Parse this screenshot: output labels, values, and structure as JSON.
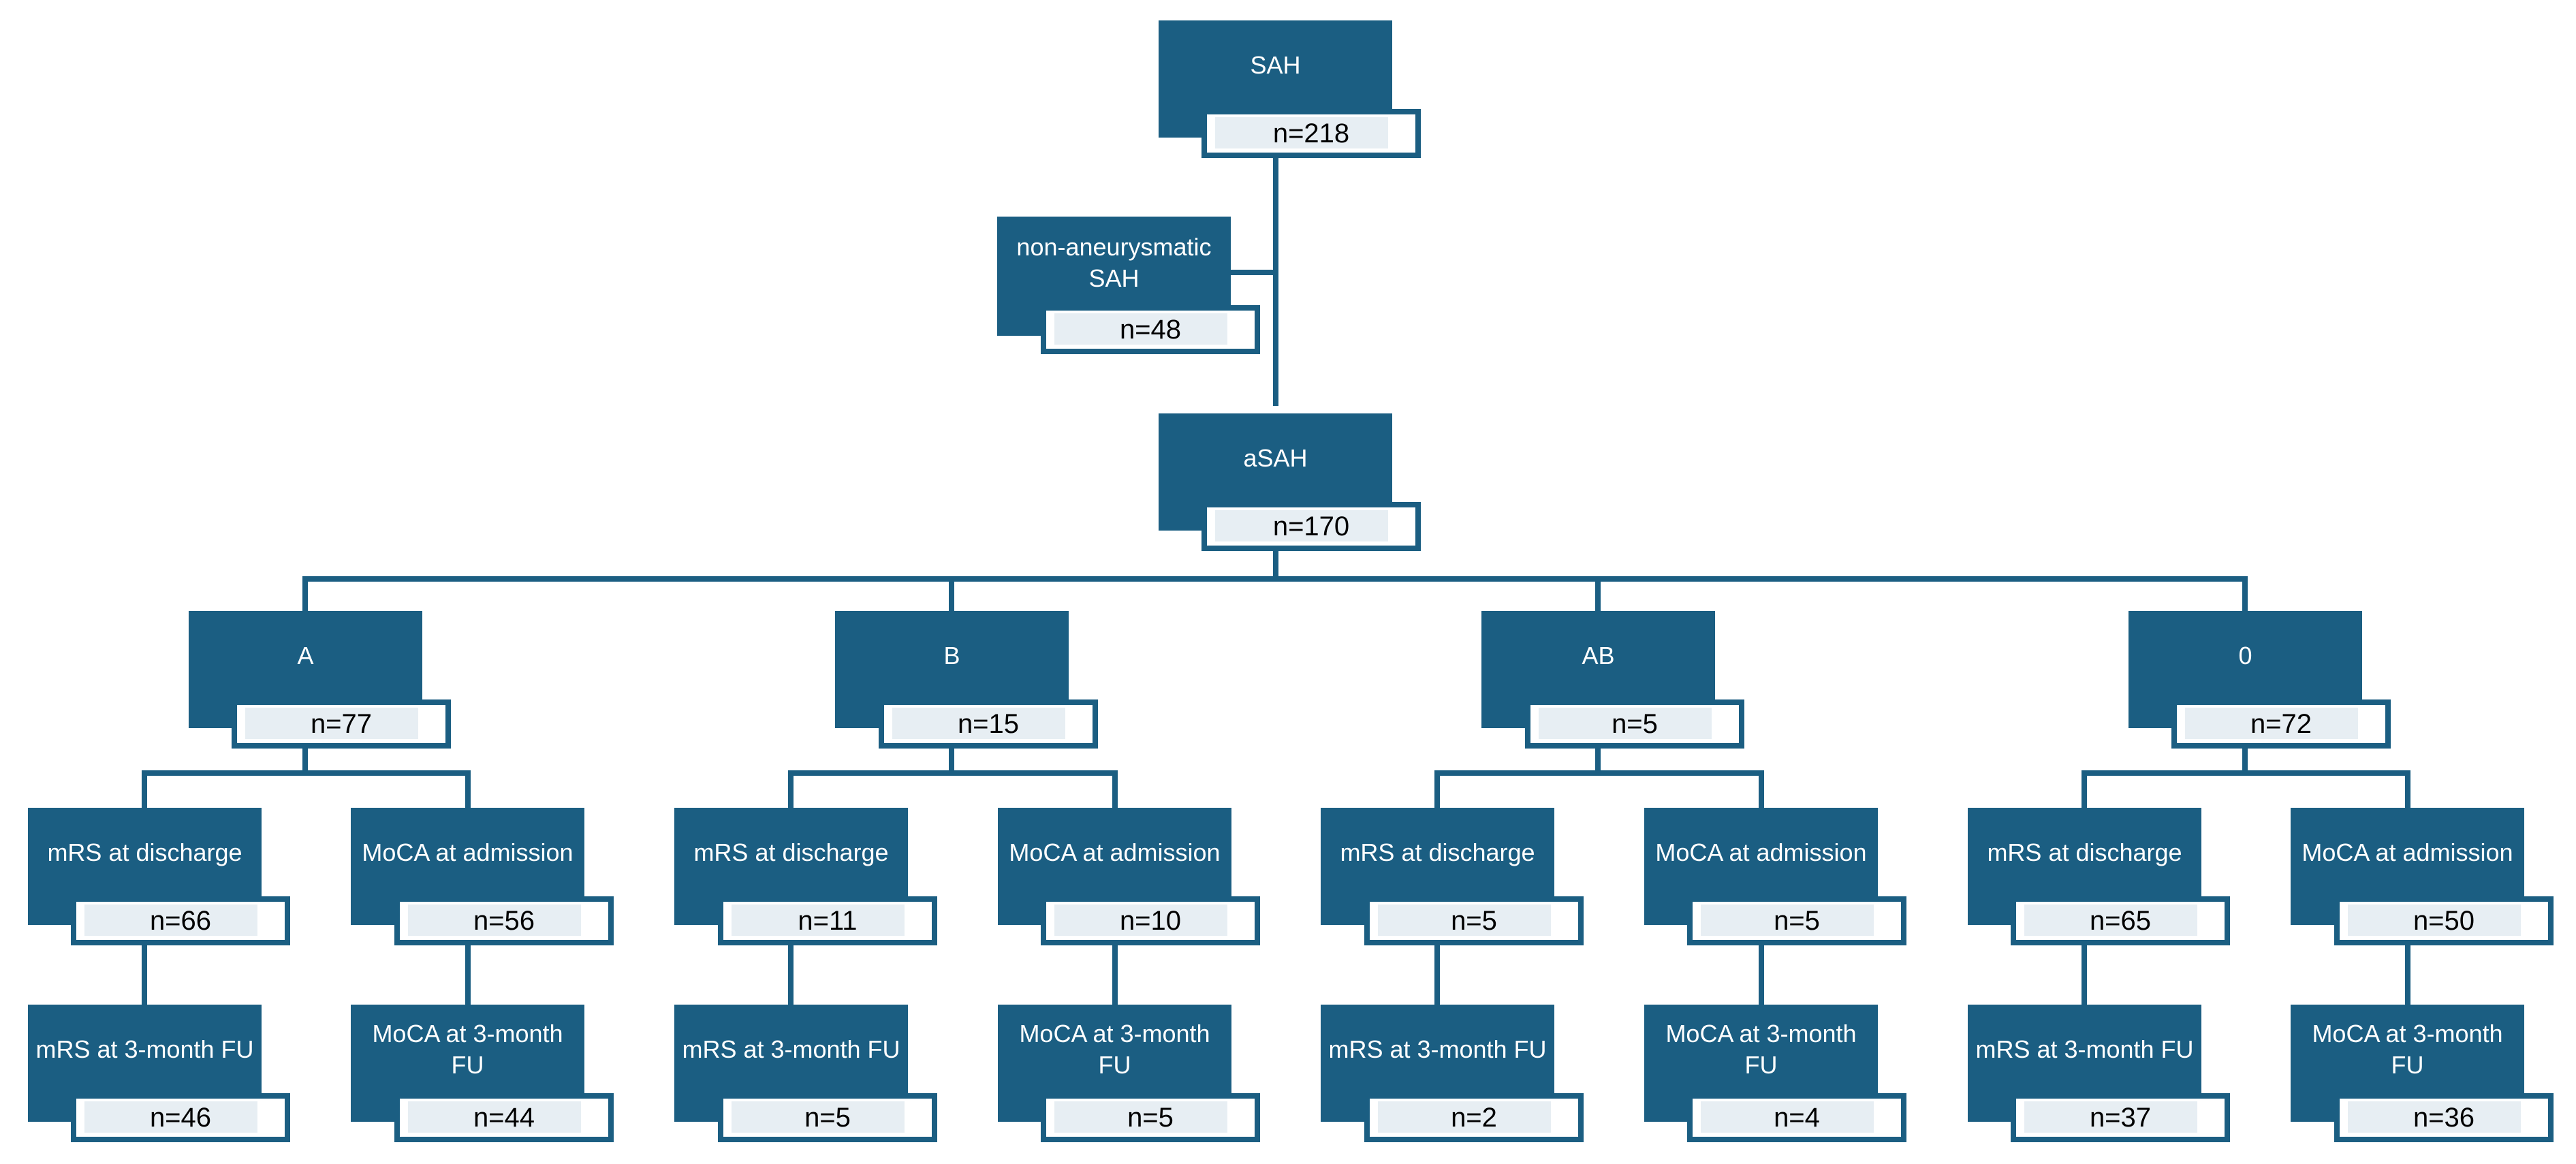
{
  "colors": {
    "box_fill": "#1b5e82",
    "count_bg": "#ffffff",
    "count_inner": "#e7eef3",
    "connector": "#1b5e82"
  },
  "nodes": {
    "sah": {
      "title": "SAH",
      "count": "n=218"
    },
    "non_aneurysmal": {
      "title": "non-aneurysmatic\nSAH",
      "count": "n=48"
    },
    "asah": {
      "title": "aSAH",
      "count": "n=170"
    },
    "group_a": {
      "title": "A",
      "count": "n=77"
    },
    "group_b": {
      "title": "B",
      "count": "n=15"
    },
    "group_ab": {
      "title": "AB",
      "count": "n=5"
    },
    "group_0": {
      "title": "0",
      "count": "n=72"
    },
    "a_mrs_dis": {
      "title": "mRS at discharge",
      "count": "n=66"
    },
    "a_moca_adm": {
      "title": "MoCA at admission",
      "count": "n=56"
    },
    "a_mrs_fu": {
      "title": "mRS at 3-month FU",
      "count": "n=46"
    },
    "a_moca_fu": {
      "title": "MoCA at 3-month\nFU",
      "count": "n=44"
    },
    "b_mrs_dis": {
      "title": "mRS at discharge",
      "count": "n=11"
    },
    "b_moca_adm": {
      "title": "MoCA at admission",
      "count": "n=10"
    },
    "b_mrs_fu": {
      "title": "mRS at 3-month FU",
      "count": "n=5"
    },
    "b_moca_fu": {
      "title": "MoCA at 3-month\nFU",
      "count": "n=5"
    },
    "ab_mrs_dis": {
      "title": "mRS at discharge",
      "count": "n=5"
    },
    "ab_moca_adm": {
      "title": "MoCA at admission",
      "count": "n=5"
    },
    "ab_mrs_fu": {
      "title": "mRS at 3-month FU",
      "count": "n=2"
    },
    "ab_moca_fu": {
      "title": "MoCA at 3-month\nFU",
      "count": "n=4"
    },
    "z_mrs_dis": {
      "title": "mRS at discharge",
      "count": "n=65"
    },
    "z_moca_adm": {
      "title": "MoCA at admission",
      "count": "n=50"
    },
    "z_mrs_fu": {
      "title": "mRS at 3-month FU",
      "count": "n=37"
    },
    "z_moca_fu": {
      "title": "MoCA at 3-month\nFU",
      "count": "n=36"
    }
  }
}
